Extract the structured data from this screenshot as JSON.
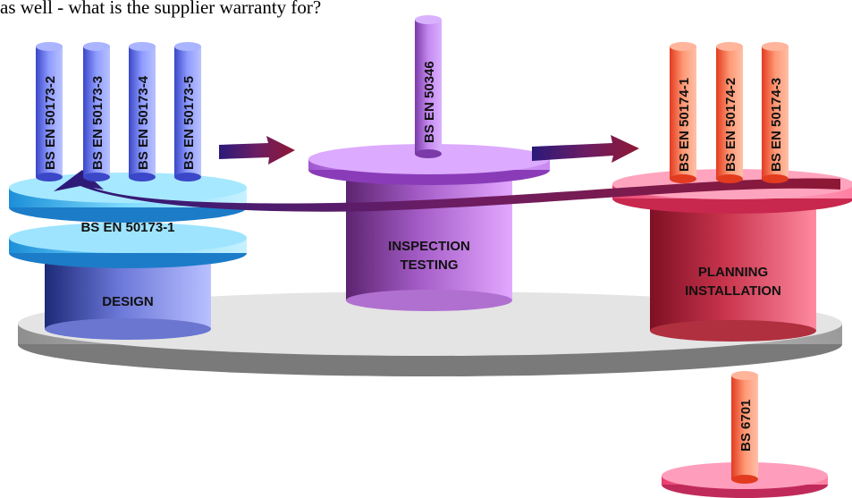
{
  "header_text": "as well - what is the supplier warranty for?",
  "colors": {
    "design": "#4b5bd0",
    "design_light": "#9ea8f5",
    "design_disc": "#3cc8ef",
    "inspection": "#a24cc4",
    "inspection_light": "#dfa8ff",
    "planning": "#c4324a",
    "planning_pillar": "#ff7a52",
    "planning_disc": "#ff85a8",
    "arrow": "#6a1f5a",
    "base_disc": "#cfcfcf"
  },
  "groups": {
    "design": {
      "label": "DESIGN",
      "disc_label": "BS EN 50173-1",
      "pillars": [
        "BS EN 50173-2",
        "BS EN 50173-3",
        "BS EN 50173-4",
        "BS EN 50173-5"
      ]
    },
    "inspection": {
      "label_line1": "INSPECTION",
      "label_line2": "TESTING",
      "pillar": "BS EN 50346"
    },
    "planning": {
      "label_line1": "PLANNING",
      "label_line2": "INSTALLATION",
      "pillars": [
        "BS EN 50174-1",
        "BS EN 50174-2",
        "BS EN 50174-3"
      ],
      "stand": "BS 6701"
    }
  }
}
